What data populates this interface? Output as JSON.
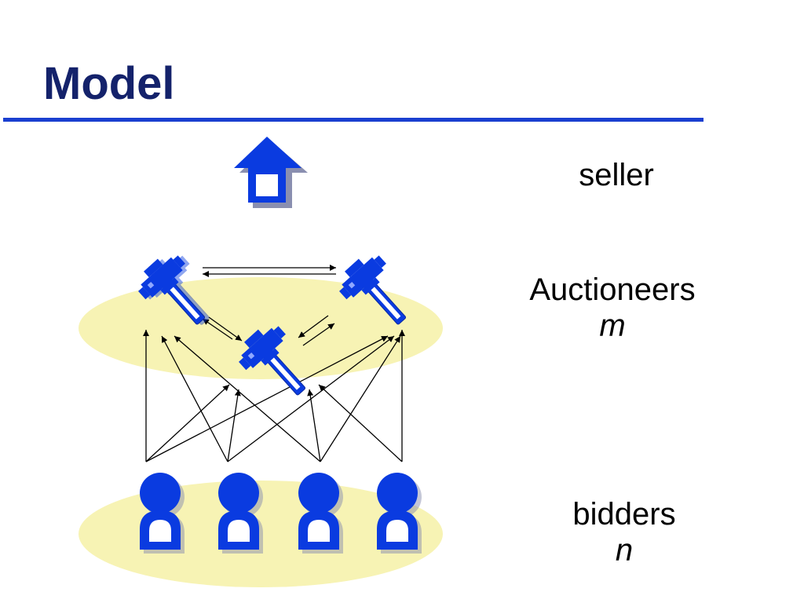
{
  "title": "Model",
  "labels": {
    "seller": "seller",
    "auctioneers": "Auctioneers",
    "auctioneers_var": "m",
    "bidders": "bidders",
    "bidders_var": "n"
  },
  "colors": {
    "title": "#14226b",
    "rule": "#1a3fd0",
    "icon_fill": "#0a3be0",
    "icon_shadow": "#8a8fb0",
    "ellipse": "#f7f3b4"
  },
  "icons": {
    "seller": "house-icon",
    "auctioneer": "gavel-icon",
    "bidder": "person-icon"
  }
}
